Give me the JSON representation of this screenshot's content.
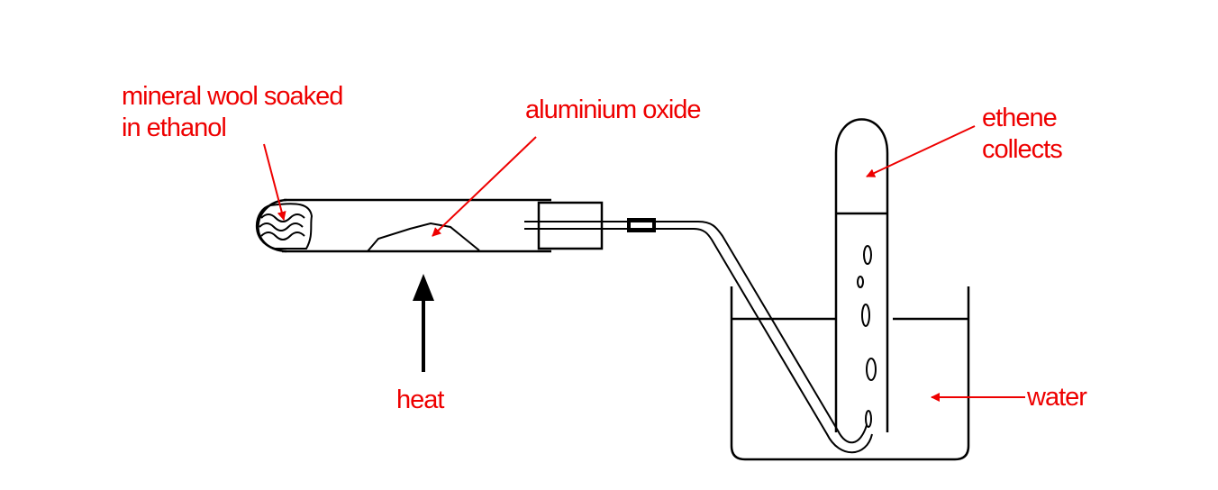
{
  "labels": {
    "wool_line1": "mineral wool soaked",
    "wool_line2": "in ethanol",
    "alumina": "aluminium oxide",
    "ethene_line1": "ethene",
    "ethene_line2": "collects",
    "heat": "heat",
    "water": "water"
  },
  "colors": {
    "label": "#ee0000",
    "apparatus": "#000000"
  }
}
